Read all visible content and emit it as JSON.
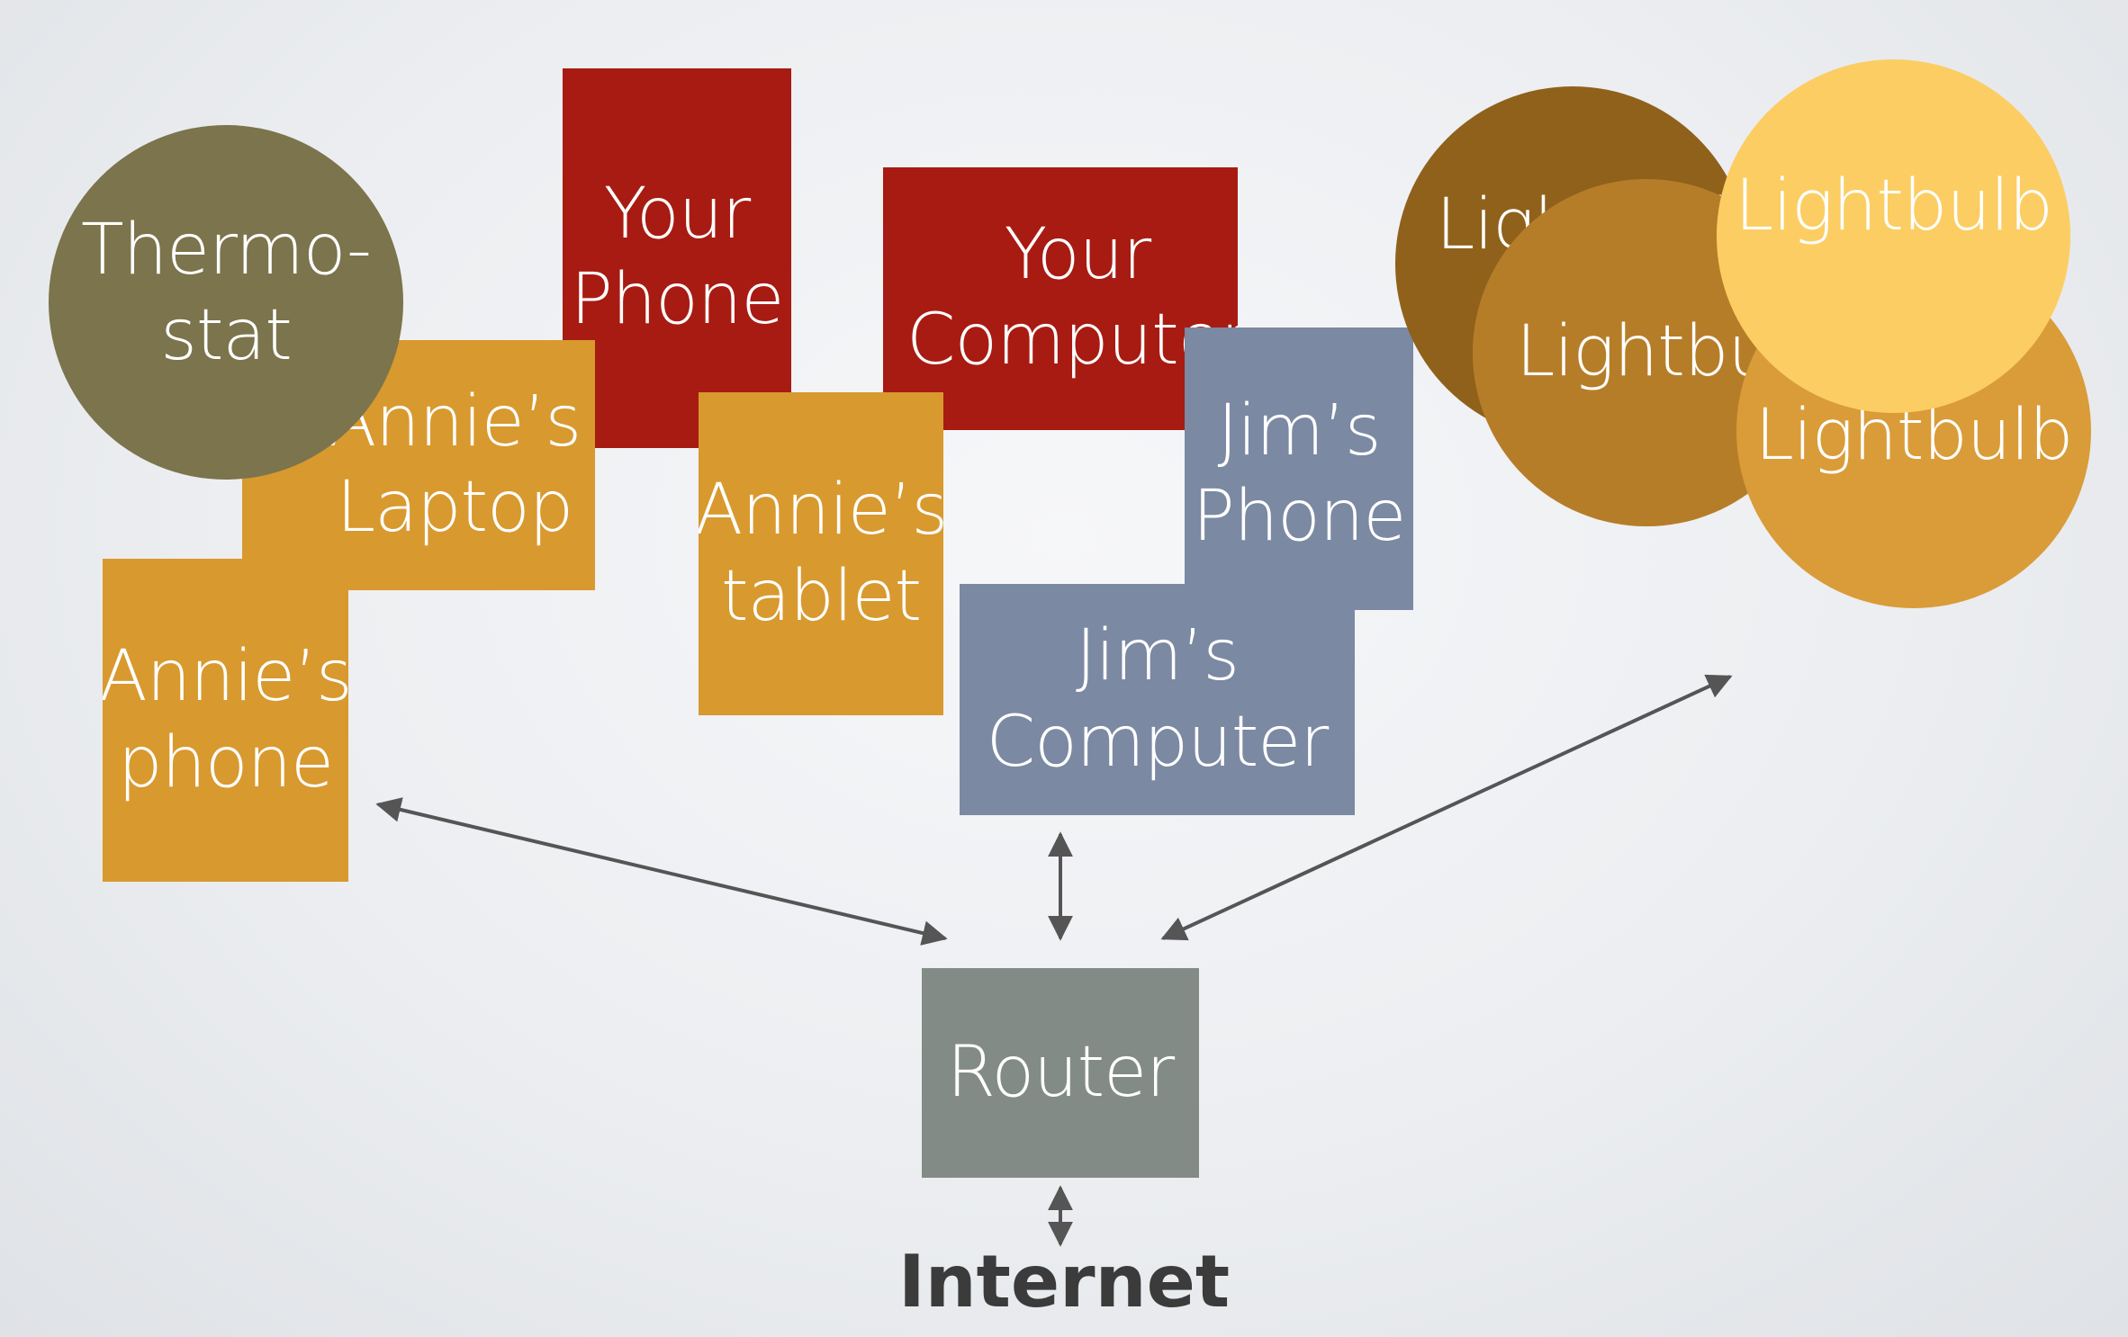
{
  "nodes": {
    "annies_laptop": "Annie’s\nLaptop",
    "annies_phone": "Annie’s\nphone",
    "your_phone": "Your\nPhone",
    "your_computer": "Your\nComputer",
    "annies_tablet": "Annie’s\ntablet",
    "jims_phone": "Jim’s\nPhone",
    "jims_computer": "Jim’s\nComputer",
    "thermostat": "Thermo-\nstat",
    "lightbulb_1": "Lightbulb",
    "lightbulb_2": "Lightbulb",
    "lightbulb_3": "Lightbulb",
    "lightbulb_4": "Lightbulb",
    "router": "Router",
    "internet": "Internet"
  },
  "colors": {
    "orange": "#d8992f",
    "red": "#a81b12",
    "slate_blue": "#7b89a2",
    "router_gray": "#838b87",
    "olive": "#7b744c",
    "arrow": "#555555"
  }
}
